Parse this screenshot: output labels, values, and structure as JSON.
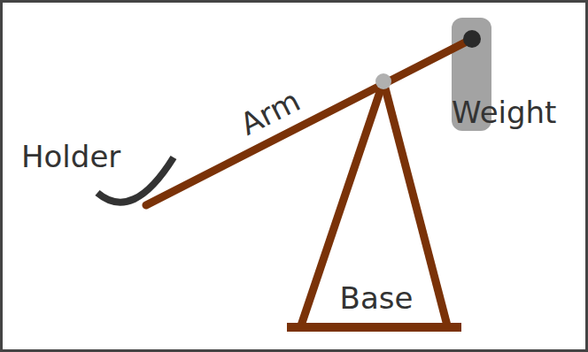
{
  "diagram": {
    "labels": [
      "Holder",
      "Arm",
      "Weight",
      "Base"
    ]
  }
}
